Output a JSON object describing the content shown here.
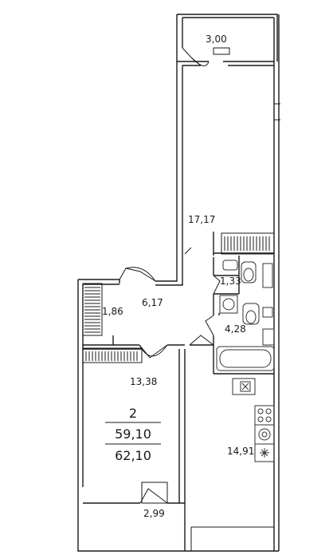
{
  "rooms": {
    "balcony_top": "3,00",
    "living_room": "17,17",
    "wc": "1,33",
    "hall": "6,17",
    "closet": "1,86",
    "bathroom": "4,28",
    "bedroom": "13,38",
    "kitchen": "14,91",
    "balcony_bottom": "2,99"
  },
  "summary": {
    "rooms_count": "2",
    "living_area": "59,10",
    "total_area": "62,10"
  },
  "colors": {
    "wall": "#1a1a1a",
    "fixture": "#333333"
  }
}
